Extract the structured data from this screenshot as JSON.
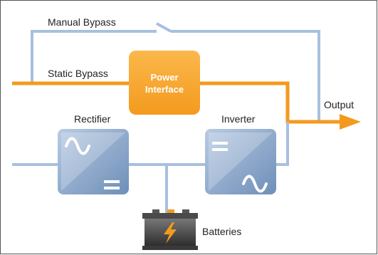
{
  "diagram": {
    "labels": {
      "manual_bypass": "Manual Bypass",
      "static_bypass": "Static Bypass",
      "power_interface_line1": "Power",
      "power_interface_line2": "Interface",
      "output": "Output",
      "rectifier": "Rectifier",
      "inverter": "Inverter",
      "batteries": "Batteries"
    },
    "colors": {
      "blue_line": "#a7c0df",
      "orange_line": "#f39a1e",
      "power_box": "#f7a11d",
      "converter_box": "#7f9fc4",
      "frame_border": "#555555"
    },
    "icons": {
      "rectifier": [
        "sine-wave-icon",
        "dc-equals-icon"
      ],
      "inverter": [
        "dc-equals-icon",
        "sine-wave-icon"
      ],
      "battery": [
        "lightning-icon"
      ]
    }
  }
}
